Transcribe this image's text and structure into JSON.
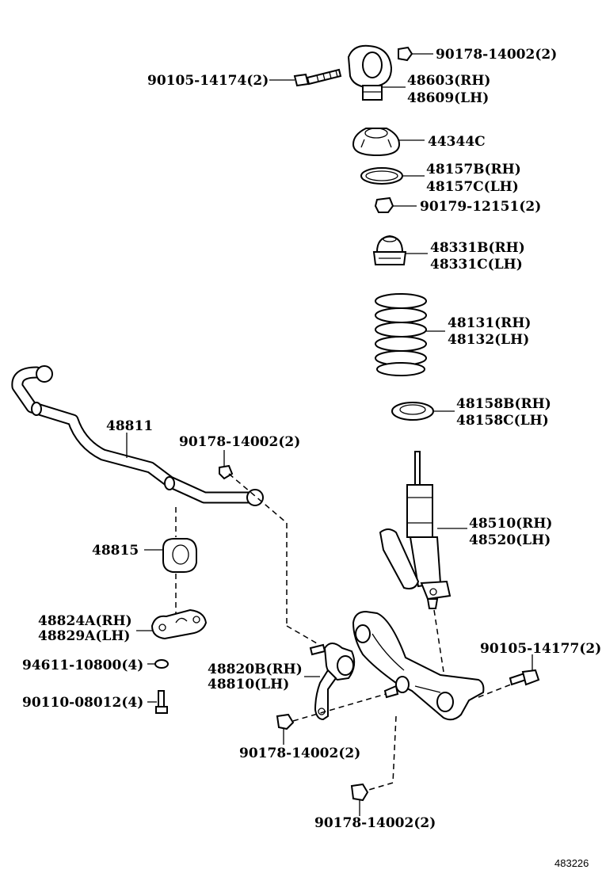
{
  "labels": {
    "p_90178_14002_top": "90178-14002(2)",
    "p_90105_14174": "90105-14174(2)",
    "p_48603": "48603(RH)",
    "p_48609": "48609(LH)",
    "p_44344c": "44344C",
    "p_48157b": "48157B(RH)",
    "p_48157c": "48157C(LH)",
    "p_90179_12151": "90179-12151(2)",
    "p_48331b": "48331B(RH)",
    "p_48331c": "48331C(LH)",
    "p_48131": "48131(RH)",
    "p_48132": "48132(LH)",
    "p_48158b": "48158B(RH)",
    "p_48158c": "48158C(LH)",
    "p_48811": "48811",
    "p_90178_14002_mid": "90178-14002(2)",
    "p_48510": "48510(RH)",
    "p_48520": "48520(LH)",
    "p_48815": "48815",
    "p_48824a": "48824A(RH)",
    "p_48829a": "48829A(LH)",
    "p_94611_10800": "94611-10800(4)",
    "p_48820b": "48820B(RH)",
    "p_48810": "48810(LH)",
    "p_90105_14177": "90105-14177(2)",
    "p_90110_08012": "90110-08012(4)",
    "p_90178_14002_lower": "90178-14002(2)",
    "p_90178_14002_bottom": "90178-14002(2)"
  },
  "figure_id": "483226"
}
